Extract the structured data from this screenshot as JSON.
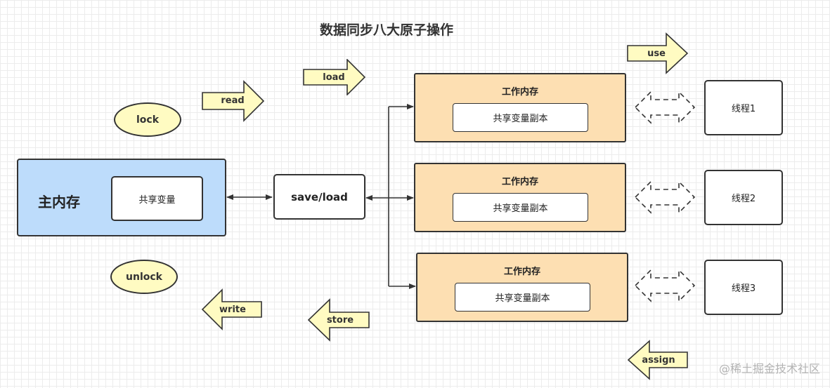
{
  "title": "数据同步八大原子操作",
  "operations": {
    "lock": "lock",
    "unlock": "unlock",
    "read": "read",
    "load": "load",
    "use": "use",
    "assign": "assign",
    "store": "store",
    "write": "write"
  },
  "main_memory": {
    "label": "主内存",
    "shared_var": "共享变量"
  },
  "save_load": "save/load",
  "working_memories": [
    {
      "label": "工作内存",
      "copy": "共享变量副本",
      "thread": "线程1"
    },
    {
      "label": "工作内存",
      "copy": "共享变量副本",
      "thread": "线程2"
    },
    {
      "label": "工作内存",
      "copy": "共享变量副本",
      "thread": "线程3"
    }
  ],
  "watermark": "@稀土掘金技术社区",
  "colors": {
    "main_memory_fill": "#bddcfb",
    "working_memory_fill": "#fddfb2",
    "operation_fill": "#fffbc2",
    "stroke": "#333333"
  }
}
